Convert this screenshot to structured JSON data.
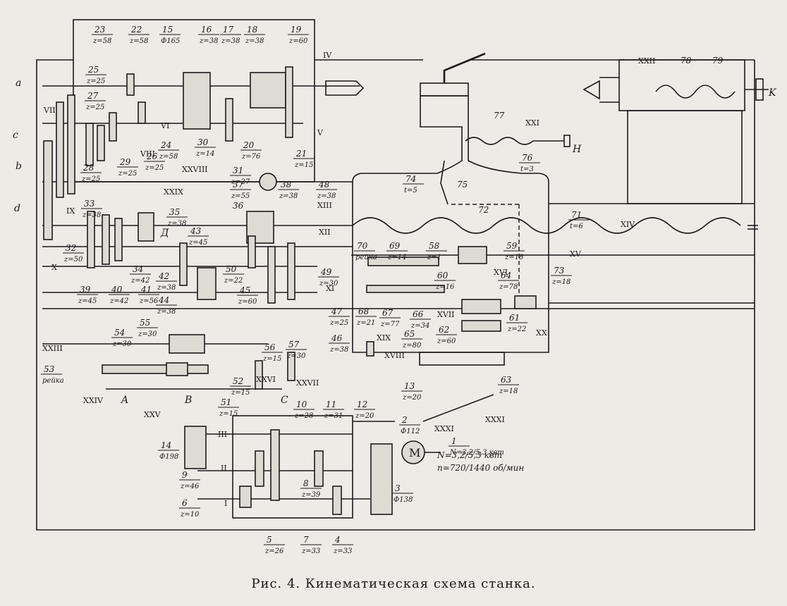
{
  "caption": "Рис. 4. Кинематическая схема станка.",
  "shaft_labels": [
    "IV",
    "V",
    "VI",
    "VII",
    "VIII",
    "IX",
    "X",
    "XI",
    "XII",
    "XIII",
    "XIV",
    "XV",
    "XVI",
    "XVII",
    "XVIII",
    "XIX",
    "XX",
    "XXI",
    "XXII",
    "XXIII",
    "XXIV",
    "XXV",
    "XXVI",
    "XXVII",
    "XXVIII",
    "XXIX",
    "XXXI",
    "XXXI",
    "I",
    "II",
    "III"
  ],
  "letters": [
    "a",
    "c",
    "b",
    "d",
    "A",
    "B",
    "C",
    "K",
    "H",
    "Д"
  ],
  "elements": [
    {
      "n": "1",
      "z": "N=3,2/5,3 квт"
    },
    {
      "n": "2",
      "z": "Ф112"
    },
    {
      "n": "3",
      "z": "Ф138"
    },
    {
      "n": "4",
      "z": "z=33"
    },
    {
      "n": "5",
      "z": "z=26"
    },
    {
      "n": "6",
      "z": "z=10"
    },
    {
      "n": "7",
      "z": "z=33"
    },
    {
      "n": "8",
      "z": "z=39"
    },
    {
      "n": "9",
      "z": "z=46"
    },
    {
      "n": "10",
      "z": "z=28"
    },
    {
      "n": "11",
      "z": "z=31"
    },
    {
      "n": "12",
      "z": "z=20"
    },
    {
      "n": "13",
      "z": "z=20"
    },
    {
      "n": "14",
      "z": "Ф198"
    },
    {
      "n": "15",
      "z": "Ф165"
    },
    {
      "n": "16",
      "z": "z=38"
    },
    {
      "n": "17",
      "z": "z=38"
    },
    {
      "n": "18",
      "z": "z=38"
    },
    {
      "n": "19",
      "z": "z=60"
    },
    {
      "n": "20",
      "z": "z=76"
    },
    {
      "n": "21",
      "z": "z=15"
    },
    {
      "n": "22",
      "z": "z=58"
    },
    {
      "n": "23",
      "z": "z=58"
    },
    {
      "n": "24",
      "z": "z=58"
    },
    {
      "n": "25",
      "z": "z=25"
    },
    {
      "n": "26",
      "z": "z=25"
    },
    {
      "n": "27",
      "z": "z=25"
    },
    {
      "n": "28",
      "z": "z=25"
    },
    {
      "n": "29",
      "z": "z=25"
    },
    {
      "n": "30",
      "z": "z=14"
    },
    {
      "n": "31",
      "z": "z=27"
    },
    {
      "n": "32",
      "z": "z=50"
    },
    {
      "n": "33",
      "z": "z=38"
    },
    {
      "n": "34",
      "z": "z=42"
    },
    {
      "n": "35",
      "z": "z=38"
    },
    {
      "n": "36",
      "z": ""
    },
    {
      "n": "37",
      "z": "z=55"
    },
    {
      "n": "38",
      "z": "z=38"
    },
    {
      "n": "39",
      "z": "z=45"
    },
    {
      "n": "40",
      "z": "z=42"
    },
    {
      "n": "41",
      "z": "z=56"
    },
    {
      "n": "42",
      "z": "z=38"
    },
    {
      "n": "43",
      "z": "z=45"
    },
    {
      "n": "44",
      "z": "z=38"
    },
    {
      "n": "45",
      "z": "z=60"
    },
    {
      "n": "46",
      "z": "z=38"
    },
    {
      "n": "47",
      "z": "z=25"
    },
    {
      "n": "48",
      "z": "z=38"
    },
    {
      "n": "49",
      "z": "z=30"
    },
    {
      "n": "50",
      "z": "z=22"
    },
    {
      "n": "51",
      "z": "z=15"
    },
    {
      "n": "52",
      "z": "z=15"
    },
    {
      "n": "53",
      "z": "рейка"
    },
    {
      "n": "54",
      "z": "z=30"
    },
    {
      "n": "55",
      "z": "z=30"
    },
    {
      "n": "56",
      "z": "z=15"
    },
    {
      "n": "57",
      "z": "z=30"
    },
    {
      "n": "58",
      "z": "z=1"
    },
    {
      "n": "59",
      "z": "z=18"
    },
    {
      "n": "60",
      "z": "z=16"
    },
    {
      "n": "61",
      "z": "z=22"
    },
    {
      "n": "62",
      "z": "z=60"
    },
    {
      "n": "63",
      "z": "z=18"
    },
    {
      "n": "64",
      "z": "z=78"
    },
    {
      "n": "65",
      "z": "z=80"
    },
    {
      "n": "66",
      "z": "z=34"
    },
    {
      "n": "67",
      "z": "z=77"
    },
    {
      "n": "68",
      "z": "z=21"
    },
    {
      "n": "69",
      "z": "z=14"
    },
    {
      "n": "70",
      "z": "рейка"
    },
    {
      "n": "71",
      "z": "t=6"
    },
    {
      "n": "72",
      "z": ""
    },
    {
      "n": "73",
      "z": "z=18"
    },
    {
      "n": "74",
      "z": "t=5"
    },
    {
      "n": "75",
      "z": ""
    },
    {
      "n": "76",
      "z": "t=3"
    },
    {
      "n": "77",
      "z": ""
    },
    {
      "n": "78",
      "z": ""
    },
    {
      "n": "79",
      "z": ""
    }
  ],
  "motor": {
    "symbol": "M",
    "power": "N=3,2/5,3 квт",
    "speed": "n=720/1440 об/мин"
  }
}
